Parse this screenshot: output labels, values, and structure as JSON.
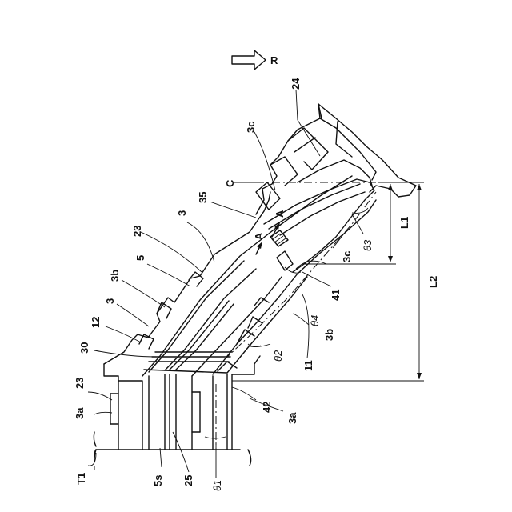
{
  "labels": {
    "R": "R",
    "n24": "24",
    "n3c_top": "3c",
    "C": "C",
    "n35": "35",
    "A_right": "A",
    "A_left": "A",
    "n3_upper": "3",
    "n23_upper": "23",
    "n5": "5",
    "n3b_left": "3b",
    "n3_left": "3",
    "n12": "12",
    "n30": "30",
    "n23_left": "23",
    "n3a_left": "3a",
    "T1": "T1",
    "n5s": "5s",
    "n25": "25",
    "theta1": "θ1",
    "n42": "42",
    "n3a_right": "3a",
    "theta2": "θ2",
    "n11": "11",
    "n3b_right": "3b",
    "theta4": "θ4",
    "n41": "41",
    "n3c_right": "3c",
    "theta3": "θ3",
    "L1": "L1",
    "L2": "L2"
  },
  "colors": {
    "line": "#111111",
    "background": "#ffffff"
  }
}
